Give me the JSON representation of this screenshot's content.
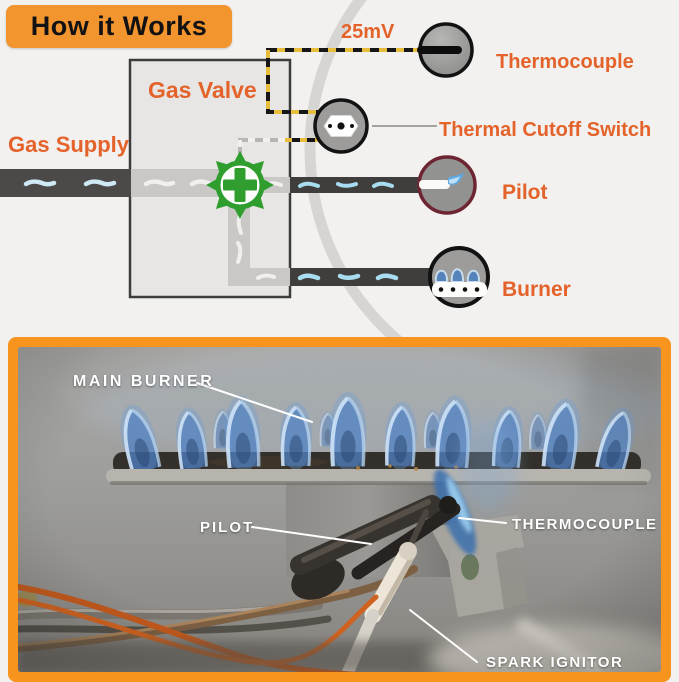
{
  "title": "How it Works",
  "diagram": {
    "gas_supply": "Gas Supply",
    "gas_valve": "Gas Valve",
    "voltage": "25mV",
    "thermocouple": "Thermocouple",
    "thermal_cutoff_switch": "Thermal Cutoff Switch",
    "pilot": "Pilot",
    "burner": "Burner"
  },
  "photo": {
    "main_burner": "MAIN BURNER",
    "pilot": "PILOT",
    "thermocouple": "THERMOCOUPLE",
    "spark_ignitor": "SPARK IGNITOR"
  },
  "colors": {
    "frame_orange": "#F7941E",
    "title_box_orange": "#F2952F",
    "label_orange": "#E4632B",
    "valve_green": "#2F9E2F",
    "wire_yellow": "#E6BE3C",
    "flame_blue": "#5C8FD0"
  }
}
